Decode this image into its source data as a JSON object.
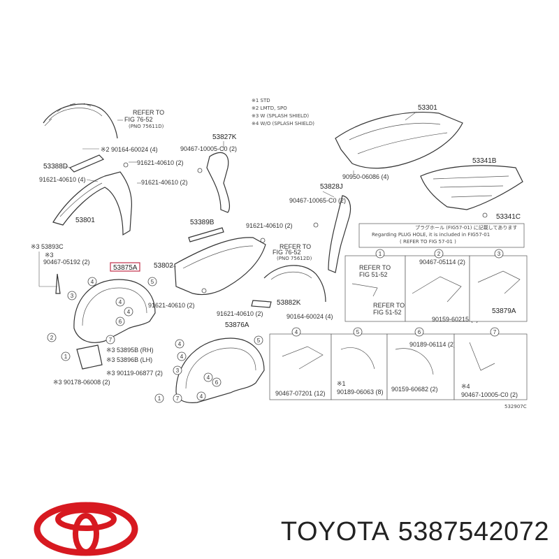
{
  "diagram": {
    "part_labels": [
      {
        "id": "53301",
        "text": "53301"
      },
      {
        "id": "53827K",
        "text": "53827K"
      },
      {
        "id": "53388D",
        "text": "53388D"
      },
      {
        "id": "53801",
        "text": "53801"
      },
      {
        "id": "53341B",
        "text": "53341B"
      },
      {
        "id": "53341C",
        "text": "53341C"
      },
      {
        "id": "53828J",
        "text": "53828J"
      },
      {
        "id": "53389B",
        "text": "53389B"
      },
      {
        "id": "53802",
        "text": "53802"
      },
      {
        "id": "53893C",
        "text": "※3 53893C"
      },
      {
        "id": "53875A",
        "text": "53875A"
      },
      {
        "id": "53882K",
        "text": "53882K"
      },
      {
        "id": "53876A",
        "text": "53876A"
      },
      {
        "id": "53895B",
        "text": "※3 53895B (RH)"
      },
      {
        "id": "53896B",
        "text": "※3 53896B (LH)"
      },
      {
        "id": "53879A",
        "text": "53879A"
      },
      {
        "id": "532907C",
        "text": "532907C"
      }
    ],
    "fastener_labels": [
      {
        "id": "f1",
        "text": "※2 90164-60024 (4)"
      },
      {
        "id": "f2",
        "text": "90467-10005-C0 (2)"
      },
      {
        "id": "f3",
        "text": "91621-40610 (2)"
      },
      {
        "id": "f4",
        "text": "91621-40610 (4)"
      },
      {
        "id": "f5",
        "text": "91621-40610 (2)"
      },
      {
        "id": "f6",
        "text": "90950-06086 (4)"
      },
      {
        "id": "f7",
        "text": "90467-10065-C0 (2)"
      },
      {
        "id": "f8",
        "text": "91621-40610 (2)"
      },
      {
        "id": "f9",
        "text": "※3"
      },
      {
        "id": "f10",
        "text": "90467-05192 (2)"
      },
      {
        "id": "f11",
        "text": "91621-40610 (2)"
      },
      {
        "id": "f12",
        "text": "91621-40610 (2)"
      },
      {
        "id": "f13",
        "text": "90164-60024 (4)"
      },
      {
        "id": "f14",
        "text": "90467-05114 (2)"
      },
      {
        "id": "f15",
        "text": "90159-60215 (2)"
      },
      {
        "id": "f16",
        "text": "※3 90119-06877 (2)"
      },
      {
        "id": "f17",
        "text": "※3 90178-06008 (2)"
      },
      {
        "id": "f18",
        "text": "90467-07201 (12)"
      },
      {
        "id": "f19",
        "text": "※1"
      },
      {
        "id": "f20",
        "text": "90189-06063 (8)"
      },
      {
        "id": "f21",
        "text": "90189-06114 (2)"
      },
      {
        "id": "f22",
        "text": "90159-60682 (2)"
      },
      {
        "id": "f23",
        "text": "※4"
      },
      {
        "id": "f24",
        "text": "90467-10005-C0 (2)"
      }
    ],
    "refer_labels": [
      {
        "id": "r1a",
        "text": "REFER TO"
      },
      {
        "id": "r1b",
        "text": "FIG 76-52"
      },
      {
        "id": "r1c",
        "text": "(PNO 75611D)"
      },
      {
        "id": "r2a",
        "text": "REFER TO"
      },
      {
        "id": "r2b",
        "text": "FIG 76-52"
      },
      {
        "id": "r2c",
        "text": "(PNO 75612D)"
      },
      {
        "id": "r3a",
        "text": "REFER TO"
      },
      {
        "id": "r3b",
        "text": "FIG 51-52"
      },
      {
        "id": "r4a",
        "text": "REFER TO"
      },
      {
        "id": "r4b",
        "text": "FIG 51-52"
      }
    ],
    "legend": [
      {
        "id": "l1",
        "text": "※1 STD"
      },
      {
        "id": "l2",
        "text": "※2 LMTD, SPO"
      },
      {
        "id": "l3",
        "text": "※3 W (SPLASH SHIELD)"
      },
      {
        "id": "l4",
        "text": "※4 W/O (SPLASH SHIELD)"
      }
    ],
    "note_box": {
      "line1": "プラグホール (FIG57-01) に記載してあります",
      "line2": "Regarding PLUG HOLE, it is included in FIG57-01",
      "line3": "( REFER TO FIG 57-01 )"
    },
    "callouts": [
      "1",
      "2",
      "3",
      "4",
      "5",
      "6",
      "7"
    ]
  },
  "brand": {
    "name": "TOYOTA",
    "part_number": "5387542072",
    "logo_color": "#d71920",
    "logo_icon": "toyota-logo-icon"
  }
}
